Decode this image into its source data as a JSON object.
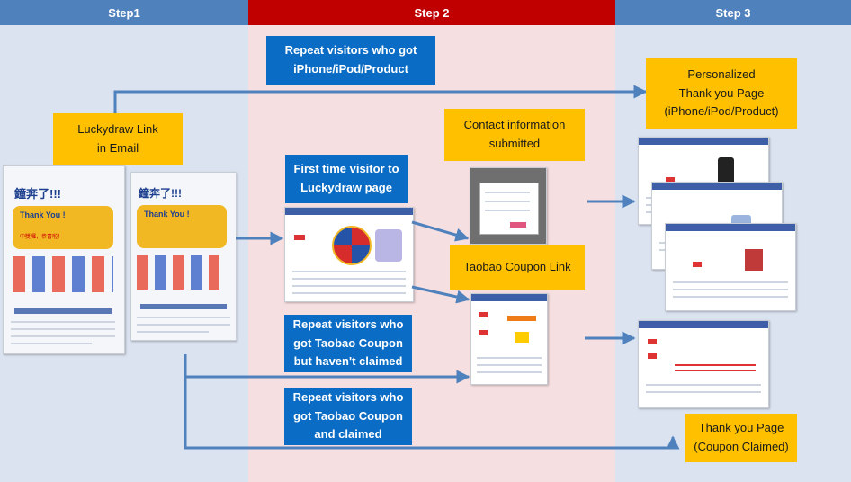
{
  "steps": {
    "step1": "Step1",
    "step2": "Step 2",
    "step3": "Step 3"
  },
  "boxes": {
    "luckydraw_link": "Luckydraw Link\nin Email",
    "repeat_iphone": "Repeat visitors who got\niPhone/iPod/Product",
    "first_time": "First time visitor to\nLuckydraw page",
    "contact_info": "Contact information\nsubmitted",
    "taobao_coupon_link": "Taobao  Coupon  Link",
    "repeat_not_claimed": "Repeat visitors who\ngot  Taobao Coupon\nbut haven't claimed",
    "repeat_claimed": "Repeat visitors who\ngot  Taobao Coupon\nand claimed",
    "personalized_thanks": "Personalized\nThank you Page\n(iPhone/iPod/Product)",
    "thanks_coupon": "Thank you Page\n(Coupon Claimed)"
  },
  "email_thumb": {
    "headline": "鐘奔了!!!",
    "thank_you": "Thank You !",
    "sub": "中獎囉，恭喜啦！"
  },
  "colors": {
    "step1_bg": "#dbe3f0",
    "step2_bg": "#f6dfe1",
    "step3_bg": "#dbe3f0",
    "step1_header": "#4f81bd",
    "step2_header": "#c00000",
    "step3_header": "#4f81bd",
    "blue_box": "#0a6cc4",
    "yellow_box": "#ffc000",
    "arrow": "#4f81bd"
  }
}
